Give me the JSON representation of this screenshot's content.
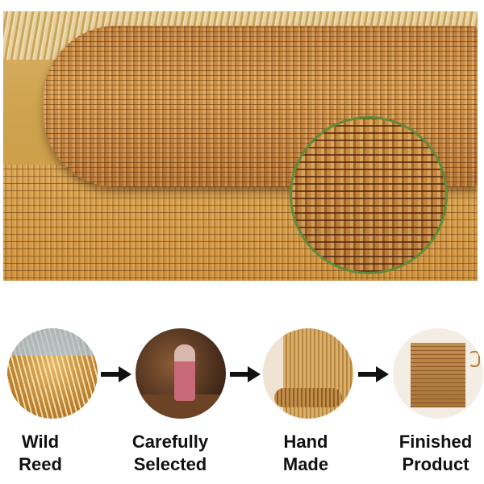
{
  "hero": {
    "image": "reed-blind-rolled-with-zoom-inset",
    "accent_ring_color": "#5f8a3a"
  },
  "steps": [
    {
      "icon": "wild-reed-photo",
      "line1": "Wild",
      "line2": "Reed"
    },
    {
      "icon": "selection-photo",
      "line1": "Carefully",
      "line2": "Selected"
    },
    {
      "icon": "handmade-photo",
      "line1": "Hand",
      "line2": "Made"
    },
    {
      "icon": "finished-blind-photo",
      "line1": "Finished",
      "line2": "Product"
    }
  ],
  "arrow_icon": "arrow-right-icon"
}
